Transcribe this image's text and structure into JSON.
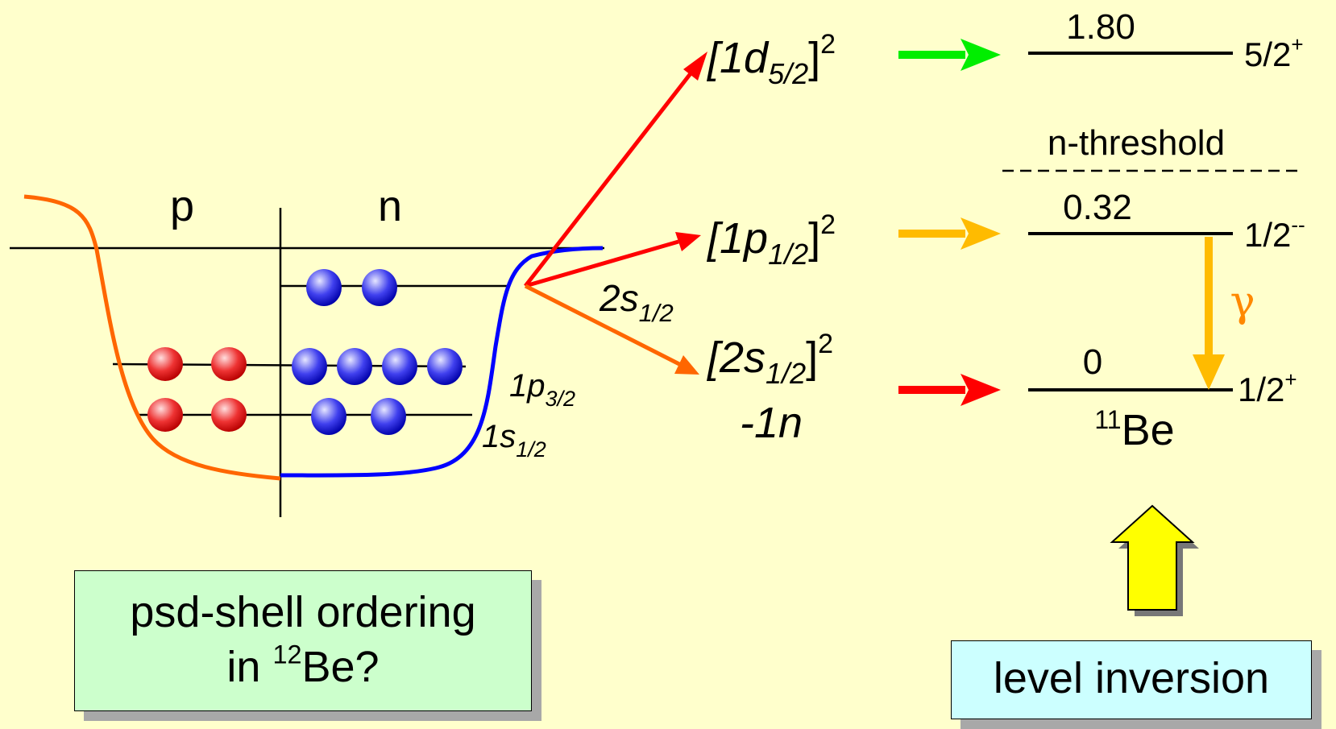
{
  "well": {
    "proton_label": "p",
    "neutron_label": "n",
    "level_1p32": {
      "main": "1p",
      "sub": "3/2"
    },
    "level_1s12": {
      "main": "1s",
      "sub": "1/2"
    },
    "colors": {
      "proton_potential": "#ff6600",
      "neutron_potential": "#0000ff",
      "proton": "#ee2222",
      "neutron": "#3333ee"
    }
  },
  "transitions": {
    "mid_label": {
      "main": "2s",
      "sub": "1/2"
    },
    "d_config": {
      "open": "[1d",
      "sub": "5/2",
      "close": "]",
      "sup": "2"
    },
    "p_config": {
      "open": "[1p",
      "sub": "1/2",
      "close": "]",
      "sup": "2"
    },
    "s_config": {
      "open": "[2s",
      "sub": "1/2",
      "close": "]",
      "sup": "2",
      "line2": "-1n"
    },
    "colors": {
      "d_arrow": "#00ee00",
      "p_arrow": "#ffbb00",
      "s_arrow": "#ff0000",
      "red": "#ff0000",
      "orange": "#ff6600"
    }
  },
  "levels": {
    "d": {
      "energy": "1.80",
      "spin": "5/2",
      "parity": "+"
    },
    "threshold": "n-threshold",
    "p": {
      "energy": "0.32",
      "spin": "1/2",
      "parity": "--"
    },
    "s": {
      "energy": "0",
      "spin": "1/2",
      "parity": "+"
    },
    "gamma": "γ",
    "nucleus": {
      "mass": "11",
      "symbol": "Be"
    }
  },
  "question_box": {
    "line1": "psd-shell ordering",
    "line2_prefix": "in ",
    "mass": "12",
    "symbol": "Be?"
  },
  "inversion_box": {
    "label": "level inversion"
  }
}
